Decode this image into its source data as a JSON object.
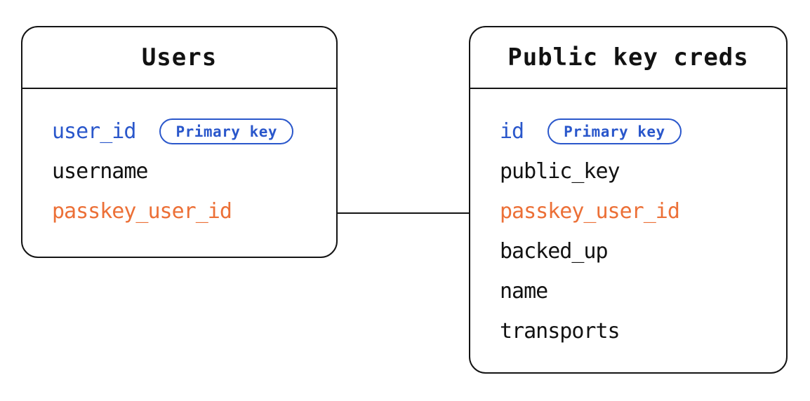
{
  "diagram": {
    "colors": {
      "primary_key_blue": "#2a57cb",
      "relation_orange": "#ec7037",
      "line_black": "#141414"
    },
    "tables": [
      {
        "title": "Users",
        "fields": [
          {
            "name": "user_id",
            "role": "primary",
            "badge": "Primary key"
          },
          {
            "name": "username",
            "role": "normal"
          },
          {
            "name": "passkey_user_id",
            "role": "foreign"
          }
        ]
      },
      {
        "title": "Public key creds",
        "fields": [
          {
            "name": "id",
            "role": "primary",
            "badge": "Primary key"
          },
          {
            "name": "public_key",
            "role": "normal"
          },
          {
            "name": "passkey_user_id",
            "role": "foreign"
          },
          {
            "name": "backed_up",
            "role": "normal"
          },
          {
            "name": "name",
            "role": "normal"
          },
          {
            "name": "transports",
            "role": "normal"
          }
        ]
      }
    ],
    "relationship": {
      "from_table": "Users",
      "to_table": "Public key creds",
      "field": "passkey_user_id"
    }
  }
}
